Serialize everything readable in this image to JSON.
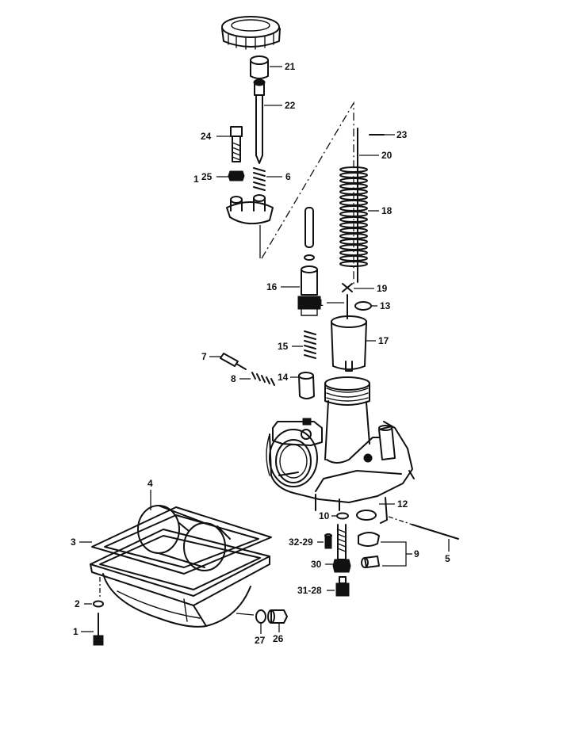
{
  "callouts": [
    {
      "id": "c21",
      "text": "21"
    },
    {
      "id": "c22",
      "text": "22"
    },
    {
      "id": "c23",
      "text": "23"
    },
    {
      "id": "c24",
      "text": "24"
    },
    {
      "id": "c20",
      "text": "20"
    },
    {
      "id": "c25",
      "text": "25"
    },
    {
      "id": "c25pre",
      "text": "1"
    },
    {
      "id": "c6",
      "text": "6"
    },
    {
      "id": "c18",
      "text": "18"
    },
    {
      "id": "c16",
      "text": "16"
    },
    {
      "id": "c19",
      "text": "19"
    },
    {
      "id": "c11",
      "text": "11"
    },
    {
      "id": "c13",
      "text": "13"
    },
    {
      "id": "c17",
      "text": "17"
    },
    {
      "id": "c15",
      "text": "15"
    },
    {
      "id": "c7",
      "text": "7"
    },
    {
      "id": "c8",
      "text": "8"
    },
    {
      "id": "c14",
      "text": "14"
    },
    {
      "id": "c4",
      "text": "4"
    },
    {
      "id": "c12",
      "text": "12"
    },
    {
      "id": "c10",
      "text": "10"
    },
    {
      "id": "c3",
      "text": "3"
    },
    {
      "id": "c32",
      "text": "32-29"
    },
    {
      "id": "c9",
      "text": "9"
    },
    {
      "id": "c5",
      "text": "5"
    },
    {
      "id": "c30",
      "text": "30"
    },
    {
      "id": "c31",
      "text": "31-28"
    },
    {
      "id": "c2",
      "text": "2"
    },
    {
      "id": "c1",
      "text": "1"
    },
    {
      "id": "c27",
      "text": "27"
    },
    {
      "id": "c26",
      "text": "26"
    }
  ]
}
